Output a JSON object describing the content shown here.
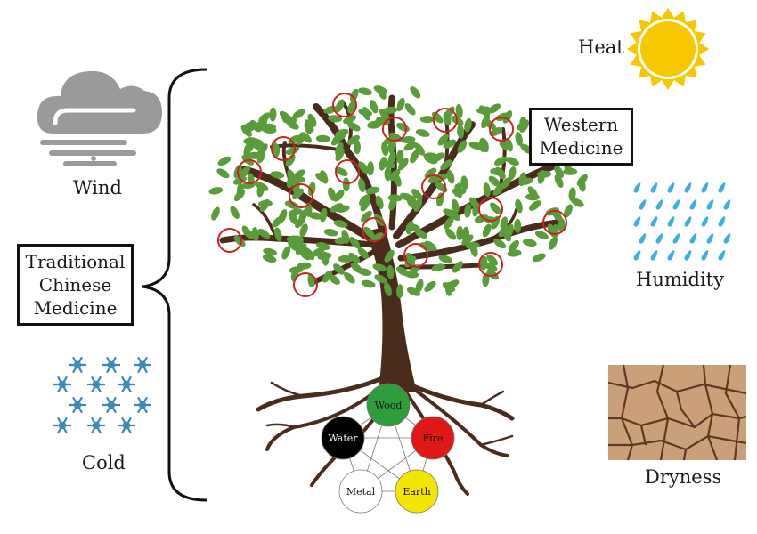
{
  "climate": {
    "wind": "Wind",
    "cold": "Cold",
    "heat": "Heat",
    "humidity": "Humidity",
    "dryness": "Dryness"
  },
  "tcm": {
    "line1": "Traditional",
    "line2": "Chinese",
    "line3": "Medicine"
  },
  "western": {
    "line1": "Western",
    "line2": "Medicine"
  },
  "elements": {
    "wood": {
      "label": "Wood",
      "color": "#2e9e3c"
    },
    "fire": {
      "label": "Fire",
      "color": "#e01818"
    },
    "earth": {
      "label": "Earth",
      "color": "#f2e600"
    },
    "metal": {
      "label": "Metal",
      "color": "#ffffff"
    },
    "water": {
      "label": "Water",
      "color": "#000000"
    }
  },
  "colors": {
    "trunk": "#4a2c1d",
    "leaf": "#5a9c3a",
    "circle": "#cc2222",
    "cloud": "#9a9a9a",
    "snow": "#3a88b8",
    "rain": "#39b0e0",
    "sun": "#f7c800"
  }
}
